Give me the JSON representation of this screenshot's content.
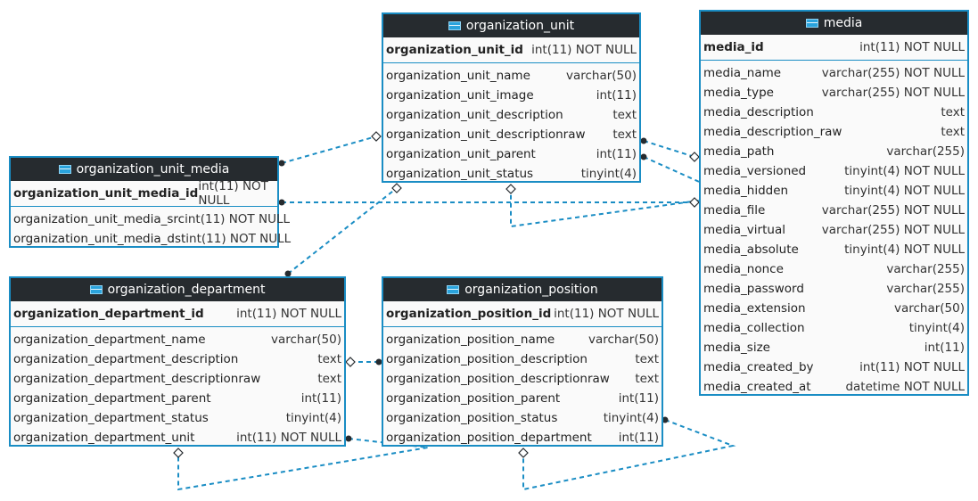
{
  "tables": {
    "organization_unit": {
      "title": "organization_unit",
      "pk": {
        "name": "organization_unit_id",
        "type": "int(11) NOT NULL"
      },
      "columns": [
        {
          "name": "organization_unit_name",
          "type": "varchar(50)"
        },
        {
          "name": "organization_unit_image",
          "type": "int(11)"
        },
        {
          "name": "organization_unit_description",
          "type": "text"
        },
        {
          "name": "organization_unit_descriptionraw",
          "type": "text"
        },
        {
          "name": "organization_unit_parent",
          "type": "int(11)"
        },
        {
          "name": "organization_unit_status",
          "type": "tinyint(4)"
        }
      ]
    },
    "media": {
      "title": "media",
      "pk": {
        "name": "media_id",
        "type": "int(11) NOT NULL"
      },
      "columns": [
        {
          "name": "media_name",
          "type": "varchar(255) NOT NULL"
        },
        {
          "name": "media_type",
          "type": "varchar(255) NOT NULL"
        },
        {
          "name": "media_description",
          "type": "text"
        },
        {
          "name": "media_description_raw",
          "type": "text"
        },
        {
          "name": "media_path",
          "type": "varchar(255)"
        },
        {
          "name": "media_versioned",
          "type": "tinyint(4) NOT NULL"
        },
        {
          "name": "media_hidden",
          "type": "tinyint(4) NOT NULL"
        },
        {
          "name": "media_file",
          "type": "varchar(255) NOT NULL"
        },
        {
          "name": "media_virtual",
          "type": "varchar(255) NOT NULL"
        },
        {
          "name": "media_absolute",
          "type": "tinyint(4) NOT NULL"
        },
        {
          "name": "media_nonce",
          "type": "varchar(255)"
        },
        {
          "name": "media_password",
          "type": "varchar(255)"
        },
        {
          "name": "media_extension",
          "type": "varchar(50)"
        },
        {
          "name": "media_collection",
          "type": "tinyint(4)"
        },
        {
          "name": "media_size",
          "type": "int(11)"
        },
        {
          "name": "media_created_by",
          "type": "int(11) NOT NULL"
        },
        {
          "name": "media_created_at",
          "type": "datetime NOT NULL"
        }
      ]
    },
    "organization_unit_media": {
      "title": "organization_unit_media",
      "pk": {
        "name": "organization_unit_media_id",
        "type": "int(11) NOT NULL"
      },
      "columns": [
        {
          "name": "organization_unit_media_src",
          "type": "int(11) NOT NULL"
        },
        {
          "name": "organization_unit_media_dst",
          "type": "int(11) NOT NULL"
        }
      ]
    },
    "organization_department": {
      "title": "organization_department",
      "pk": {
        "name": "organization_department_id",
        "type": "int(11) NOT NULL"
      },
      "columns": [
        {
          "name": "organization_department_name",
          "type": "varchar(50)"
        },
        {
          "name": "organization_department_description",
          "type": "text"
        },
        {
          "name": "organization_department_descriptionraw",
          "type": "text"
        },
        {
          "name": "organization_department_parent",
          "type": "int(11)"
        },
        {
          "name": "organization_department_status",
          "type": "tinyint(4)"
        },
        {
          "name": "organization_department_unit",
          "type": "int(11) NOT NULL"
        }
      ]
    },
    "organization_position": {
      "title": "organization_position",
      "pk": {
        "name": "organization_position_id",
        "type": "int(11) NOT NULL"
      },
      "columns": [
        {
          "name": "organization_position_name",
          "type": "varchar(50)"
        },
        {
          "name": "organization_position_description",
          "type": "text"
        },
        {
          "name": "organization_position_descriptionraw",
          "type": "text"
        },
        {
          "name": "organization_position_parent",
          "type": "int(11)"
        },
        {
          "name": "organization_position_status",
          "type": "tinyint(4)"
        },
        {
          "name": "organization_position_department",
          "type": "int(11)"
        }
      ]
    }
  },
  "colors": {
    "header_bg": "#262b2f",
    "border": "#1a8dc4",
    "relation": "#1a8dc4",
    "table_bg": "#fafafa"
  }
}
